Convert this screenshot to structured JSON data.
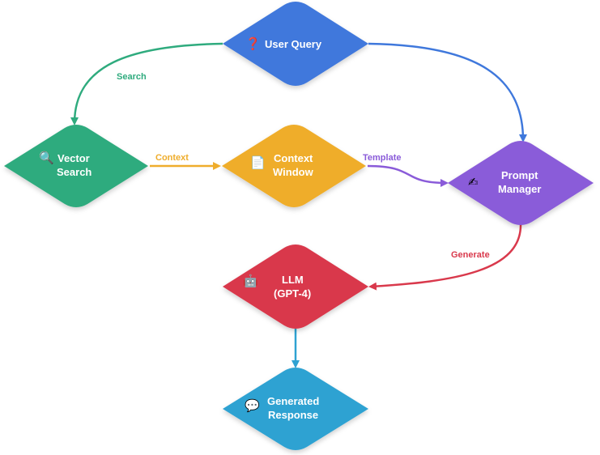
{
  "nodes": {
    "user_query": {
      "label": [
        "User Query"
      ],
      "icon": "❓",
      "icon_name": "question-mark-icon",
      "color": "#3f78dc"
    },
    "vector_search": {
      "label": [
        "Vector",
        "Search"
      ],
      "icon": "🔍",
      "icon_name": "magnifier-icon",
      "color": "#2fab7e"
    },
    "context_window": {
      "label": [
        "Context",
        "Window"
      ],
      "icon": "📄",
      "icon_name": "page-icon",
      "color": "#efad2c"
    },
    "prompt_manager": {
      "label": [
        "Prompt",
        "Manager"
      ],
      "icon": "✍",
      "icon_name": "writing-hand-icon",
      "color": "#8a5bd9"
    },
    "llm": {
      "label": [
        "LLM",
        "(GPT-4)"
      ],
      "icon": "🤖",
      "icon_name": "robot-icon",
      "color": "#d9394c"
    },
    "response": {
      "label": [
        "Generated",
        "Response"
      ],
      "icon": "💬",
      "icon_name": "speech-bubble-icon",
      "color": "#2ea2d2"
    }
  },
  "edges": {
    "search": {
      "label": "Search",
      "color": "#2fab7e"
    },
    "context": {
      "label": "Context",
      "color": "#efad2c"
    },
    "template": {
      "label": "Template",
      "color": "#8a5bd9"
    },
    "generate": {
      "label": "Generate",
      "color": "#d9394c"
    },
    "query_to_prompt": {
      "label": "",
      "color": "#3f78dc"
    },
    "llm_to_response": {
      "label": "",
      "color": "#2ea2d2"
    }
  }
}
